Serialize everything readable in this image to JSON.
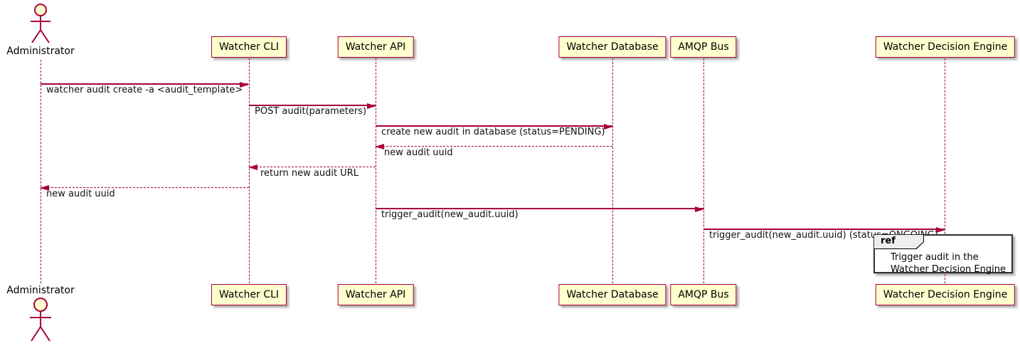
{
  "diagram_type": "sequence",
  "colors": {
    "background": "#FFFFFF",
    "participant_fill": "#FEFECE",
    "participant_border": "#A80036",
    "line": "#A80036",
    "text": "#000000",
    "ref_border": "#2F2F2F",
    "ref_tag_fill": "#EEEEEE"
  },
  "actor": {
    "label": "Administrator"
  },
  "participants": [
    {
      "label": "Watcher CLI"
    },
    {
      "label": "Watcher API"
    },
    {
      "label": "Watcher Database"
    },
    {
      "label": "AMQP Bus"
    },
    {
      "label": "Watcher Decision Engine"
    }
  ],
  "messages": [
    {
      "from": "Administrator",
      "to": "Watcher CLI",
      "label": "watcher audit create -a <audit_template>",
      "line": "solid"
    },
    {
      "from": "Watcher CLI",
      "to": "Watcher API",
      "label": "POST audit(parameters)",
      "line": "solid"
    },
    {
      "from": "Watcher API",
      "to": "Watcher Database",
      "label": "create new audit in database (status=PENDING)",
      "line": "solid"
    },
    {
      "from": "Watcher Database",
      "to": "Watcher API",
      "label": "new audit uuid",
      "line": "dashed"
    },
    {
      "from": "Watcher API",
      "to": "Watcher CLI",
      "label": "return new audit URL",
      "line": "dashed"
    },
    {
      "from": "Watcher CLI",
      "to": "Administrator",
      "label": "new audit uuid",
      "line": "dashed"
    },
    {
      "from": "Watcher API",
      "to": "AMQP Bus",
      "label": "trigger_audit(new_audit.uuid)",
      "line": "solid"
    },
    {
      "from": "AMQP Bus",
      "to": "Watcher Decision Engine",
      "label": "trigger_audit(new_audit.uuid) (status=ONGOING)",
      "line": "solid"
    }
  ],
  "ref": {
    "keyword": "ref",
    "line1": "Trigger audit in the",
    "line2": "Watcher Decision Engine"
  }
}
